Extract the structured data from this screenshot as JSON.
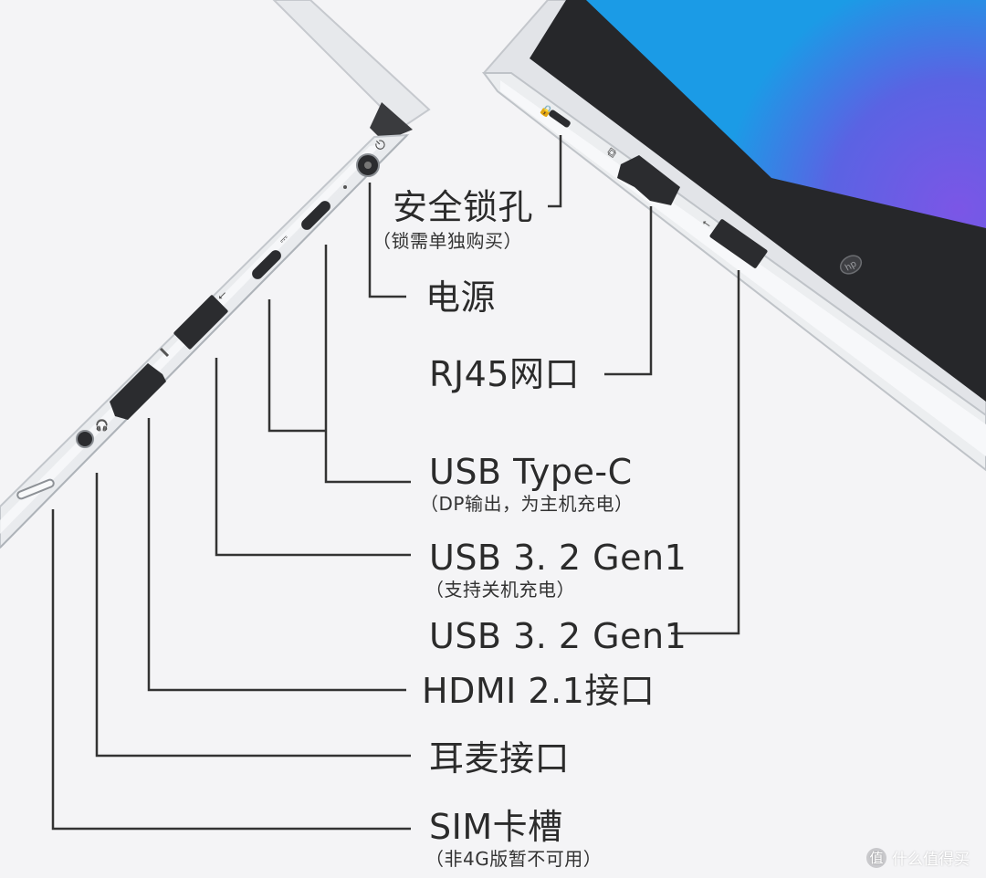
{
  "labels": {
    "security_lock": "安全锁孔",
    "security_lock_note": "（锁需单独购买）",
    "power": "电源",
    "rj45": "RJ45网口",
    "usb_type_c": "USB Type-C",
    "usb_type_c_note": "（DP输出，为主机充电）",
    "usb32_left": "USB 3. 2 Gen1",
    "usb32_left_note": "（支持关机充电）",
    "usb32_right": "USB 3. 2 Gen1",
    "hdmi": "HDMI 2.1接口",
    "audio": "耳麦接口",
    "sim": "SIM卡槽",
    "sim_note": "（非4G版暂不可用）"
  },
  "watermark": {
    "badge": "值",
    "text": "什么值得买"
  },
  "colors": {
    "background": "#f4f4f6",
    "chassis": "#eceef0",
    "bezel": "#2a2b2d",
    "screen_blue": "#1a8fe0",
    "screen_purple": "#6a4fd8",
    "leader_line": "#333333"
  }
}
